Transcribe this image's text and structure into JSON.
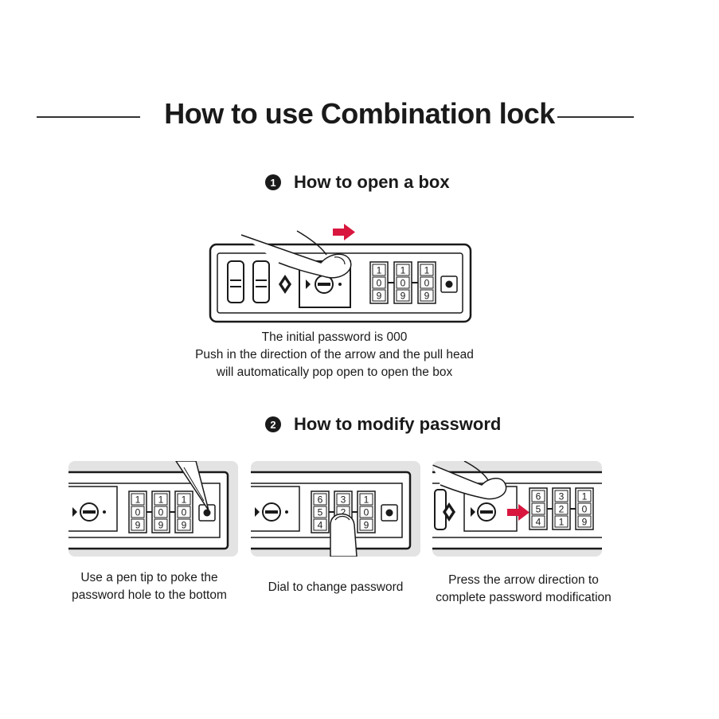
{
  "title": "How to use Combination lock",
  "step1": {
    "number": "1",
    "heading": "How to open a box",
    "caption_lines": [
      "The initial password is 000",
      "Push in the direction of the arrow and the pull head",
      "will automatically pop open to open the box"
    ],
    "dials": [
      "1",
      "0",
      "9"
    ]
  },
  "step2": {
    "number": "2",
    "heading": "How to modify password",
    "panels": [
      {
        "caption_lines": [
          "Use a pen tip to poke the",
          "password hole to the bottom"
        ],
        "dial_columns": [
          [
            "1",
            "0",
            "9"
          ],
          [
            "1",
            "0",
            "9"
          ],
          [
            "1",
            "0",
            "9"
          ]
        ]
      },
      {
        "caption_lines": [
          "Dial to change password"
        ],
        "dial_columns": [
          [
            "6",
            "5",
            "4"
          ],
          [
            "3",
            "2",
            "1"
          ],
          [
            "1",
            "0",
            "9"
          ]
        ]
      },
      {
        "caption_lines": [
          "Press the arrow direction to",
          "complete password modification"
        ],
        "dial_columns": [
          [
            "6",
            "5",
            "4"
          ],
          [
            "3",
            "2",
            "1"
          ],
          [
            "1",
            "0",
            "9"
          ]
        ]
      }
    ]
  },
  "colors": {
    "arrow": "#d8163e",
    "text": "#1a1a1a",
    "panel_bg": "#e3e3e3"
  }
}
